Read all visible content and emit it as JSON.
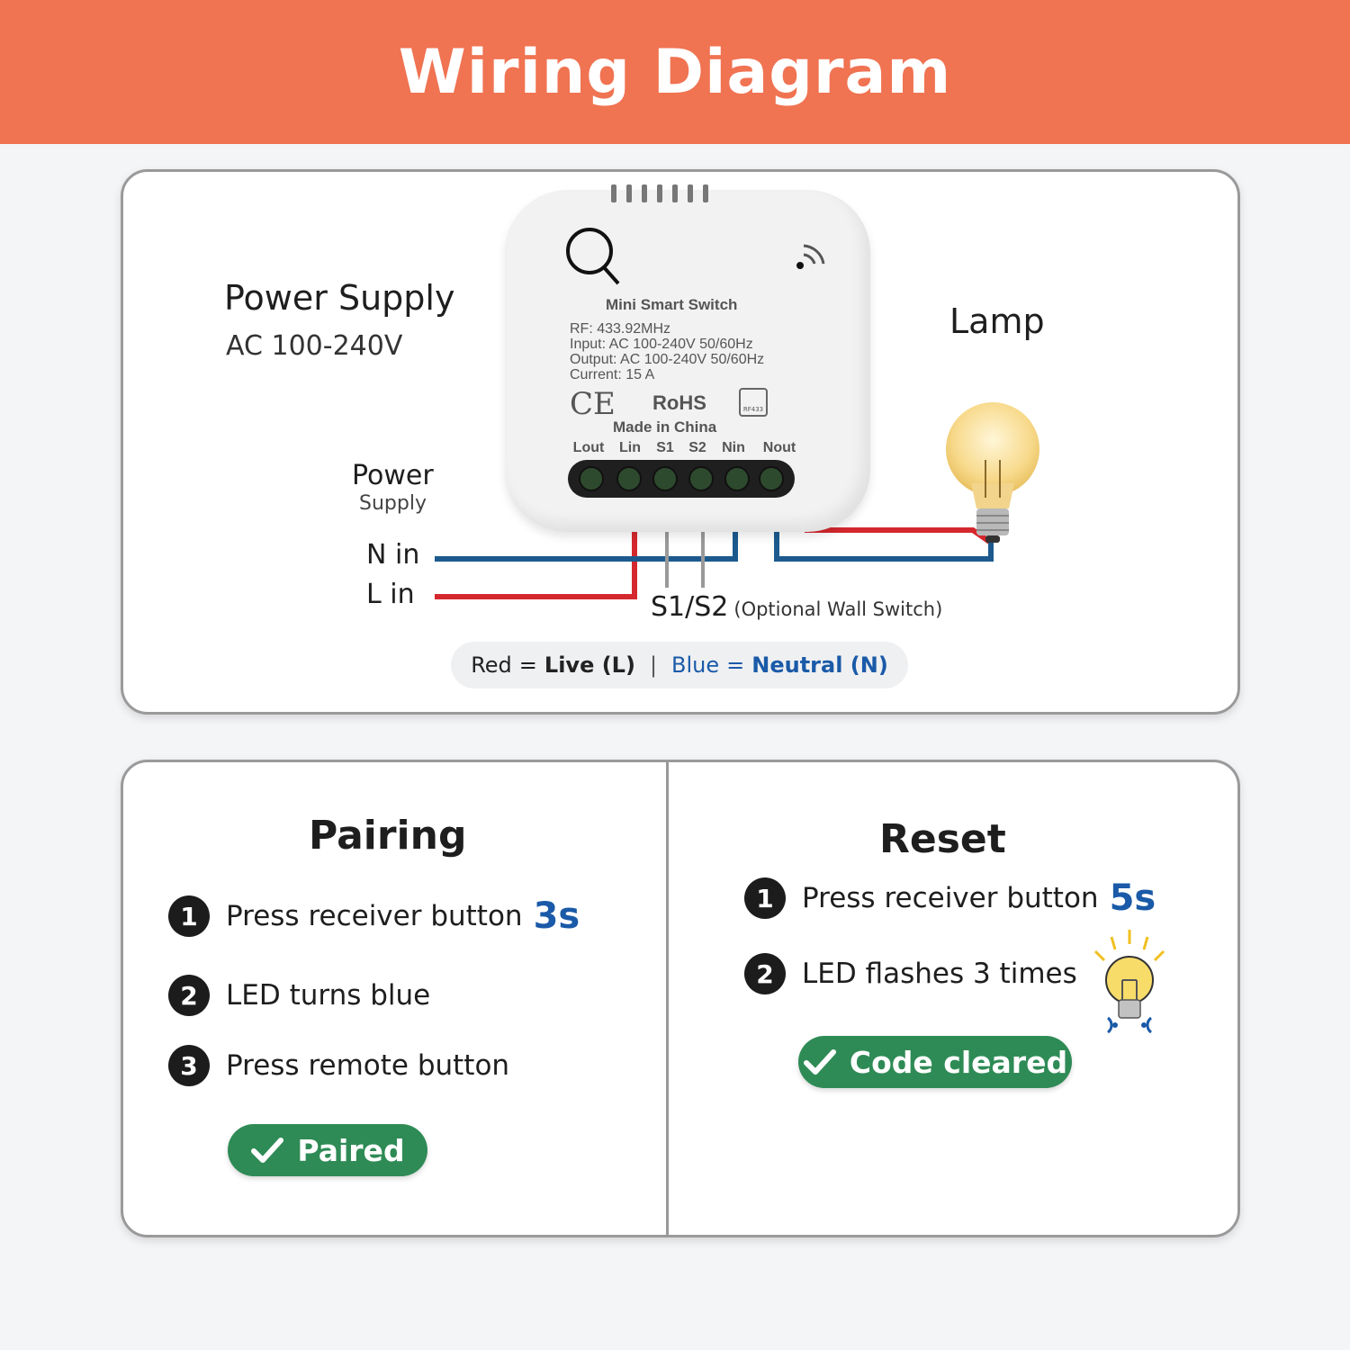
{
  "header": {
    "title": "Wiring Diagram"
  },
  "wiring": {
    "power_supply_title": "Power Supply",
    "power_supply_voltage": "AC 100-240V",
    "lamp_label": "Lamp",
    "power_supply2_title": "Power",
    "power_supply2_sub": "Supply",
    "n_in": "N in",
    "l_in": "L  in",
    "s1s2": "S1/S2",
    "s1s2_note": "(Optional Wall Switch)",
    "device": {
      "name": "Mini Smart Switch",
      "specs": [
        "RF: 433.92MHz",
        "Input: AC 100-240V 50/60Hz",
        "Output: AC 100-240V 50/60Hz",
        "Current: 15 A"
      ],
      "ce": "CE",
      "rohs": "RoHS",
      "rf_badge": "RF433",
      "made_in": "Made in China",
      "terminals": [
        "Lout",
        "Lin",
        "S1",
        "S2",
        "Nin",
        "Nout"
      ]
    },
    "colors": {
      "live": "#d5282e",
      "neutral": "#1c5a8e",
      "switch": "#9a9a9a"
    },
    "legend": {
      "red_word": "Red",
      "eq1": "=",
      "live": "Live (L)",
      "sep": "|",
      "blue_word": "Blue",
      "eq2": "=",
      "neutral": "Neutral (N)"
    }
  },
  "pairing": {
    "title": "Pairing",
    "steps": [
      {
        "num": "1",
        "text": "Press receiver button",
        "highlight": "3s"
      },
      {
        "num": "2",
        "text": "LED turns blue"
      },
      {
        "num": "3",
        "text": "Press remote button"
      }
    ],
    "result": "Paired"
  },
  "reset": {
    "title": "Reset",
    "steps": [
      {
        "num": "1",
        "text": "Press receiver button",
        "highlight": "5s"
      },
      {
        "num": "2",
        "text": "LED flashes 3 times"
      }
    ],
    "result": "Code cleared"
  }
}
